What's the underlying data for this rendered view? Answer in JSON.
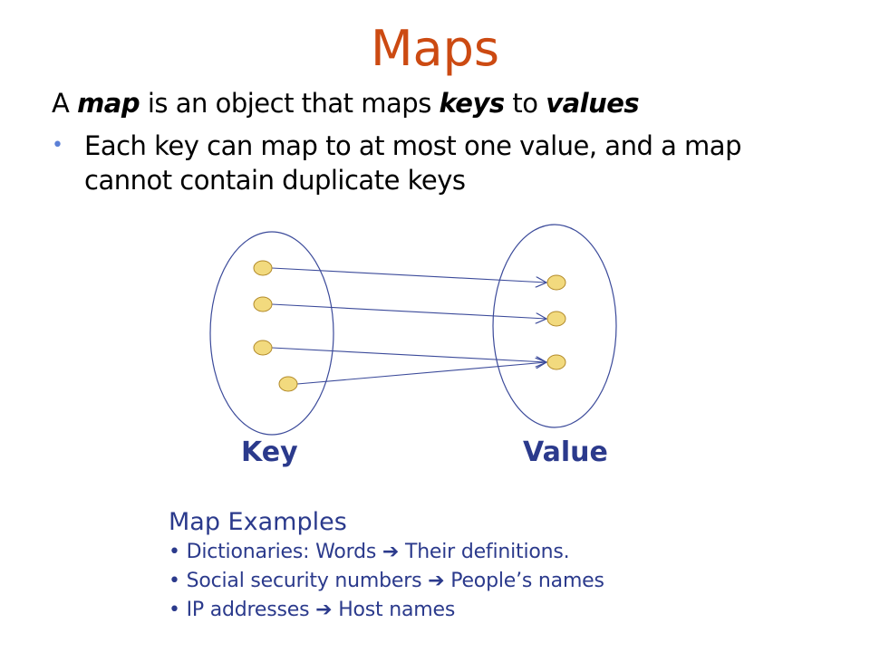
{
  "slide": {
    "title": "Maps",
    "intro": {
      "p1": "A ",
      "b1": "map",
      "p2": " is an object that maps ",
      "b2": "keys",
      "p3": " to ",
      "b3": "values"
    },
    "bullet_symbol": "•",
    "bullet_lines": [
      "Each key can map to at most one value, and a map",
      "cannot contain duplicate keys"
    ]
  },
  "diagram": {
    "key_label": "Key",
    "value_label": "Value",
    "key_count": 4,
    "value_count": 3,
    "mappings": [
      [
        0,
        0
      ],
      [
        1,
        1
      ],
      [
        2,
        2
      ],
      [
        3,
        2
      ]
    ],
    "colors": {
      "node_fill": "#f2da7e",
      "node_stroke": "#b28a2a",
      "ellipse_stroke": "#3b4a9a",
      "arrow": "#3b4a9a"
    }
  },
  "examples": {
    "heading": "Map Examples",
    "bullet_symbol": "•",
    "arrow_symbol": "➔",
    "items": [
      {
        "from": "Dictionaries: Words",
        "to": "Their definitions."
      },
      {
        "from": "Social security numbers",
        "to": "People’s names"
      },
      {
        "from": "IP addresses",
        "to": "Host names"
      }
    ]
  }
}
